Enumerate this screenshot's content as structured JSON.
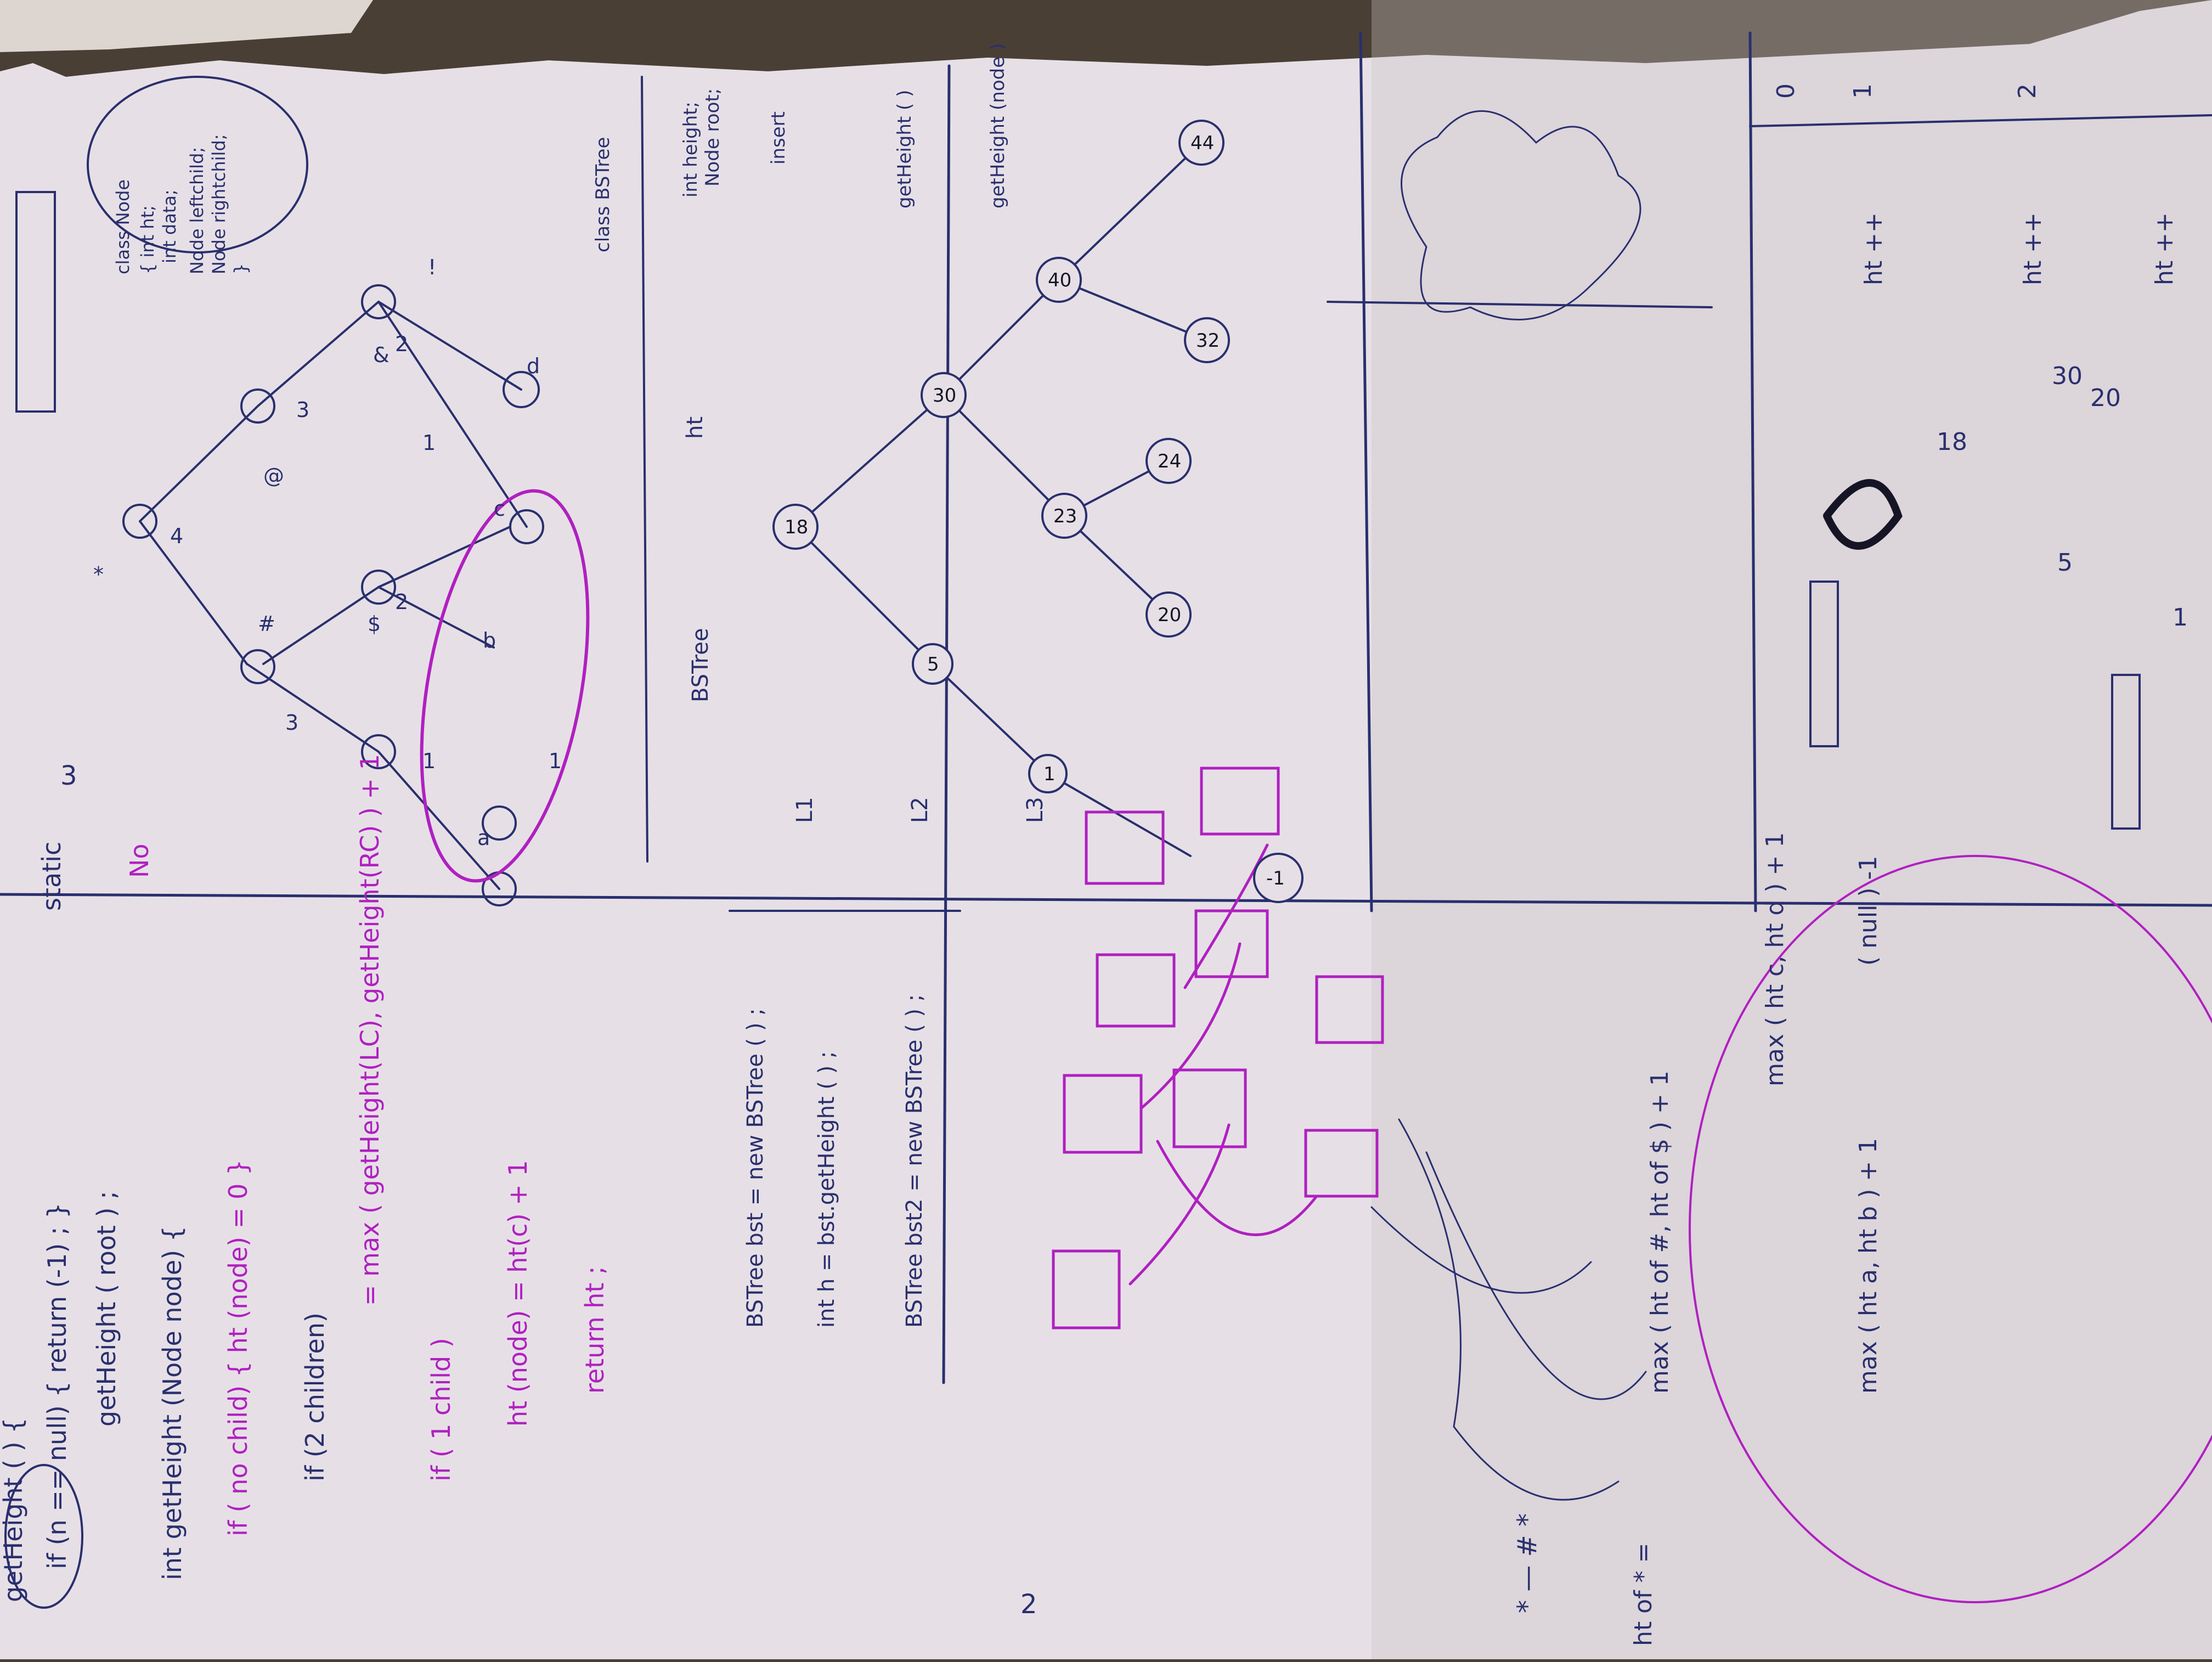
{
  "photo": {
    "subject": "notebook-paper-handwritten-notes",
    "orientation": "rotated-90-clockwise",
    "paper_color": "#e6e0e6",
    "carpet_color": "#4a3f35",
    "ink_blue": "#2a2f6e",
    "ink_magenta": "#b020c0",
    "ink_black": "#151525"
  },
  "notes": {
    "code": {
      "method_sig": "getHeight ( ) {",
      "if_null": "if (n == null) { return (-1) ; }",
      "call_root": "getHeight ( root ) ;",
      "int_sig": "int getHeight (Node node) {",
      "if_no_child": "if ( no child) { ht (node) = 0 }",
      "if_two_child": "if (2 children)",
      "max_line": "= max ( getHeight(LC), getHeight(RC) ) + 1",
      "if_one_child": "if ( 1 child )",
      "ht_one": "ht (node) = ht(c) + 1",
      "return_ht": "return ht ;",
      "static_kw": "static",
      "no_label": "No"
    },
    "node_class": {
      "line1": "class Node",
      "line2": "{ int ht;",
      "line3": "int data;",
      "line4": "Node leftchild;",
      "line5": "Node rightchild;",
      "line6": "}"
    },
    "bst_class": {
      "label": "class BSTree",
      "root_line": "Node root;",
      "height_line": "int height;",
      "insert": "insert",
      "get_height": "getHeight ( )",
      "get_height_node": "getHeight (node )"
    },
    "usage": {
      "line1": "BSTree bst = new BSTree ( ) ;",
      "line2": "int h = bst.getHeight ( ) ;",
      "line3": "BSTree bst2 = new BSTree ( ) ;"
    },
    "bst_tree": {
      "title": "BSTree",
      "level_labels": [
        "L1",
        "L2",
        "L3"
      ],
      "ht_label": "ht",
      "nodes": [
        "18",
        "5",
        "30",
        "1",
        "23",
        "40",
        "20",
        "24",
        "32",
        "44",
        "-1"
      ]
    },
    "sketch_tree": {
      "heights": [
        "4",
        "3",
        "3",
        "2",
        "2",
        "1",
        "1",
        "1"
      ],
      "symbols": [
        "*",
        "#",
        "$",
        "&",
        "@",
        "!"
      ],
      "leaves": [
        "a",
        "b",
        "c",
        "d"
      ]
    },
    "recursion": {
      "max_star": "max ( ht of #, ht of $ ) + 1",
      "max_hash": "max ( ht a, ht b ) + 1",
      "max_amp": "max ( ht c, ht d ) + 1",
      "ht_of_star": "ht of * =",
      "base_case": "( null ) -1"
    },
    "right_column": {
      "counter": [
        "0",
        "1",
        "2"
      ],
      "increments": [
        "ht ++",
        "ht ++",
        "ht ++"
      ],
      "circled": [
        "18",
        "5",
        "20",
        "30",
        "1"
      ]
    },
    "misc": {
      "circled_numbers": [
        "3",
        "2"
      ],
      "star_row": "* — # *"
    }
  }
}
